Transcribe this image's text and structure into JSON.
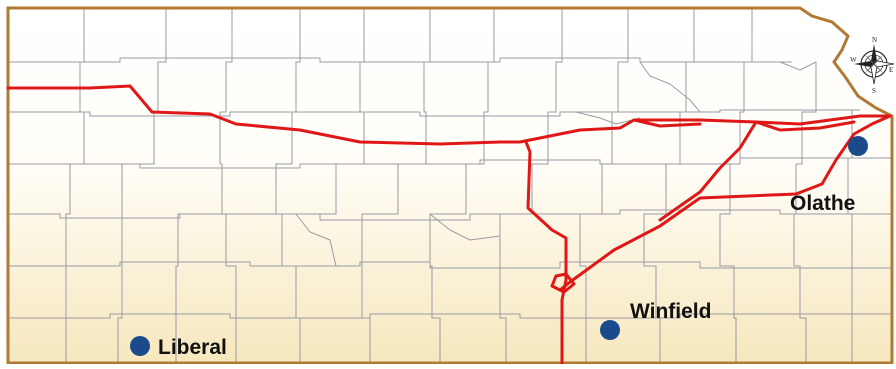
{
  "map": {
    "colors": {
      "border": "#B07A35",
      "county_lines": "#9a9aa6",
      "fill_top": "#ffffff",
      "fill_bottom": "#f6e7bd",
      "route": "#e01717",
      "city_marker": "#1a4a8c",
      "label": "#111111"
    },
    "cities": [
      {
        "name": "Liberal"
      },
      {
        "name": "Winfield"
      },
      {
        "name": "Olathe"
      }
    ],
    "compass": {
      "icon": "compass-rose-icon",
      "north": "N",
      "south": "S",
      "east": "E",
      "west": "W"
    }
  }
}
